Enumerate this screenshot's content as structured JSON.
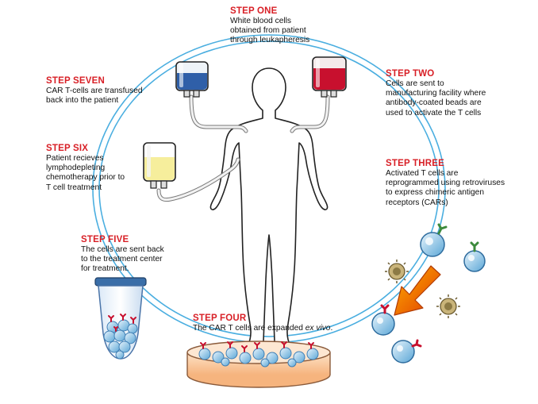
{
  "colors": {
    "step_title": "#d81f26",
    "cycle_ring": "#4aaee0",
    "blood_bag": "#c8102e",
    "plasma_bag": "#2f5fa8",
    "chemo_bag": "#f6ee9c",
    "t_cell": "#5aa6d6",
    "car_receptor": "#c8102e",
    "arrow": "#ff6a00"
  },
  "icons": [
    "human-silhouette-icon",
    "iv-bag-icon",
    "t-cell-icon",
    "retrovirus-icon",
    "petri-dish-icon",
    "test-tube-icon",
    "arrow-icon"
  ],
  "steps": {
    "one": {
      "title": "STEP ONE",
      "desc": [
        "White blood cells",
        "obtained from patient",
        "through leukapheresis"
      ]
    },
    "two": {
      "title": "STEP TWO",
      "desc": [
        "Cells are sent to",
        "manufacturing facility where",
        "antibody-coated beads are",
        "used to activate the T cells"
      ]
    },
    "three": {
      "title": "STEP THREE",
      "desc": [
        "Activated T cells are",
        "reprogrammed using retroviruses",
        "to express chimeric antigen",
        "receptors (CARs)"
      ]
    },
    "four": {
      "title": "STEP FOUR",
      "desc_main": "The CAR T cells are expanded ",
      "desc_em": "ex vivo",
      "desc_end": "."
    },
    "five": {
      "title": "STEP FIVE",
      "desc": [
        "The cells are sent back",
        "to the treatment center",
        "for treatment."
      ]
    },
    "six": {
      "title": "STEP SIX",
      "desc": [
        "Patient recieves",
        "lymphodepleting",
        "chemotherapy prior to",
        "T cell treatment"
      ]
    },
    "seven": {
      "title": "STEP SEVEN",
      "desc": [
        "CAR T-cells are transfused",
        "back into the patient"
      ]
    }
  }
}
